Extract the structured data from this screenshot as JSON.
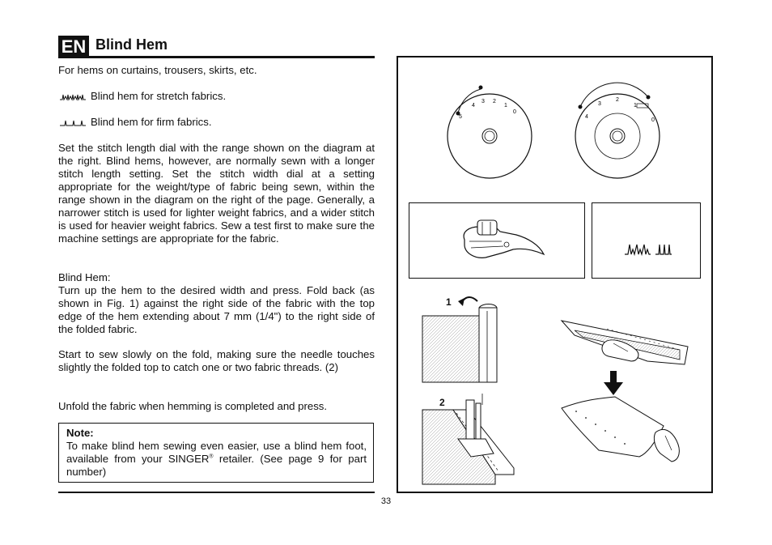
{
  "header": {
    "lang_badge": "EN",
    "title": "Blind Hem"
  },
  "intro": "For hems on curtains, trousers, skirts, etc.",
  "stitches": [
    {
      "icon": "stretch-blind-hem-icon",
      "label": "Blind hem for stretch fabrics."
    },
    {
      "icon": "firm-blind-hem-icon",
      "label": "Blind hem for firm fabrics."
    }
  ],
  "para_settings": "Set the stitch length dial with the range shown on the diagram at the right. Blind hems, however, are normally sewn with a longer stitch length setting. Set the stitch width dial at a setting appropriate for the weight/type of fabric being sewn, within the range shown in the diagram on the right of the page. Generally, a narrower stitch is used for lighter weight fabrics, and a wider stitch is used for heavier weight fabrics. Sew a test first to make sure the machine settings are appropriate for the fabric.",
  "blind_hem_heading": "Blind Hem:",
  "para_fold": "Turn up the hem to the desired width and press. Fold back (as shown in Fig. 1) against the right side of the fabric with the top edge of the hem extending about 7 mm (1/4\") to the right side of the folded fabric.",
  "para_sew": "Start to sew slowly on the fold, making sure the needle touches slightly the folded top to catch one or two fabric threads. (2)",
  "para_unfold": "Unfold the fabric when hemming is completed and press.",
  "note": {
    "title": "Note:",
    "text_before": "To make blind hem sewing even easier, use a blind hem foot, available from your SINGER",
    "registered": "®",
    "text_after": " retailer. (See page 9 for part number)"
  },
  "page_number": "33",
  "figures": {
    "length_dial_marks": [
      "5",
      "4",
      "3",
      "2",
      "1",
      "0"
    ],
    "width_dial_marks": [
      "4",
      "3",
      "2",
      "1",
      "0"
    ],
    "fig1_label": "1",
    "fig2_label": "2"
  }
}
